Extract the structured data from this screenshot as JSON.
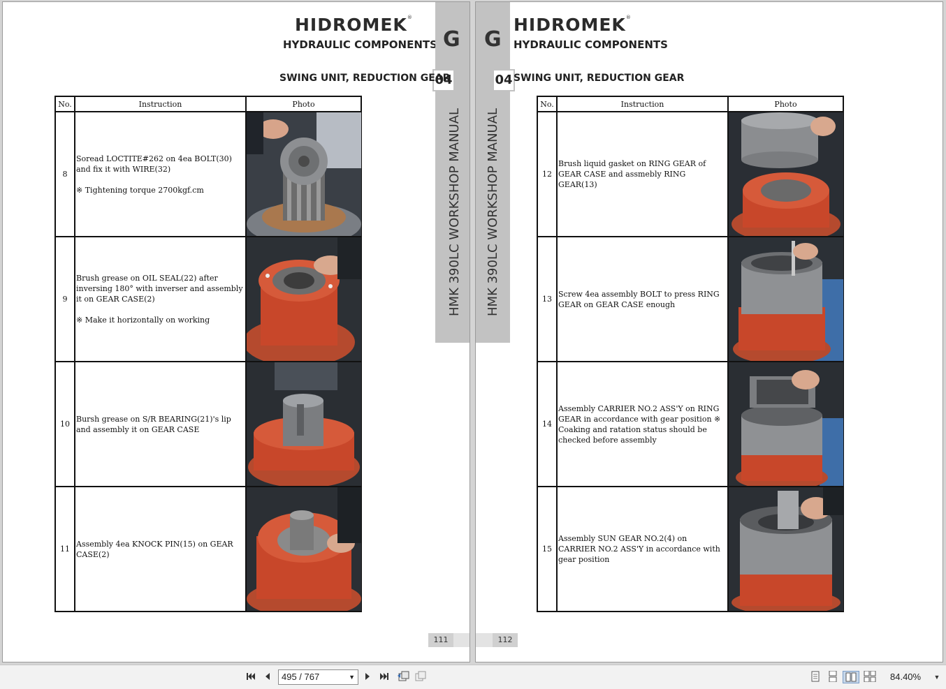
{
  "brand": "HIDROMEK",
  "subtitle": "HYDRAULIC COMPONENTS",
  "section_letter": "G",
  "section_number": "04",
  "section_title": "SWING UNIT, REDUCTION GEAR",
  "manual_title": "HMK 390LC WORKSHOP MANUAL",
  "table_headers": {
    "no": "No.",
    "instruction": "Instruction",
    "photo": "Photo"
  },
  "left_page": {
    "page_number": "111",
    "steps": [
      {
        "no": "8",
        "text": "Soread LOCTITE#262 on 4ea BOLT(30) and fix it with WIRE(32)",
        "note": "※ Tightening torque 2700kgf.cm",
        "photo": "gear-shaft-photo"
      },
      {
        "no": "9",
        "text": "Brush grease on OIL SEAL(22) after inversing 180° with inverser and assembly it on GEAR CASE(2)",
        "note": "※ Make it horizontally on working",
        "photo": "gear-case-seal-photo"
      },
      {
        "no": "10",
        "text": "Bursh grease on S/R BEARING(21)'s lip and assembly it on GEAR CASE",
        "note": "",
        "photo": "bearing-photo"
      },
      {
        "no": "11",
        "text": "Assembly 4ea KNOCK PIN(15) on GEAR CASE(2)",
        "note": "",
        "photo": "knock-pin-photo"
      }
    ]
  },
  "right_page": {
    "page_number": "112",
    "steps": [
      {
        "no": "12",
        "text": "Brush liquid gasket on RING GEAR of GEAR CASE and assmebly RING GEAR(13)",
        "note": "",
        "photo": "ring-gear-photo"
      },
      {
        "no": "13",
        "text": "Screw 4ea assembly BOLT to press RING GEAR on GEAR CASE enough",
        "note": "",
        "photo": "bolt-press-photo"
      },
      {
        "no": "14",
        "text": "Assembly CARRIER NO.2 ASS'Y on RING GEAR in accordance with gear position ※ Coaking and ratation status should be checked before assembly",
        "note": "",
        "photo": "carrier-photo"
      },
      {
        "no": "15",
        "text": "Assembly SUN GEAR NO.2(4) on CARRIER NO.2 ASS'Y in accordance with gear position",
        "note": "",
        "photo": "sun-gear-photo"
      }
    ]
  },
  "toolbar": {
    "page_indicator": "495 / 767",
    "zoom": "84.40%",
    "icons": [
      "first-page-icon",
      "prev-page-icon",
      "next-page-icon",
      "last-page-icon",
      "previous-view-icon",
      "next-view-icon",
      "single-page-icon",
      "continuous-icon",
      "facing-icon",
      "continuous-facing-icon",
      "zoom-dropdown-icon"
    ]
  },
  "colors": {
    "case_orange": "#c8472a",
    "tab_gray": "#c2c2c2",
    "steel_gray": "#8a8a8a"
  }
}
